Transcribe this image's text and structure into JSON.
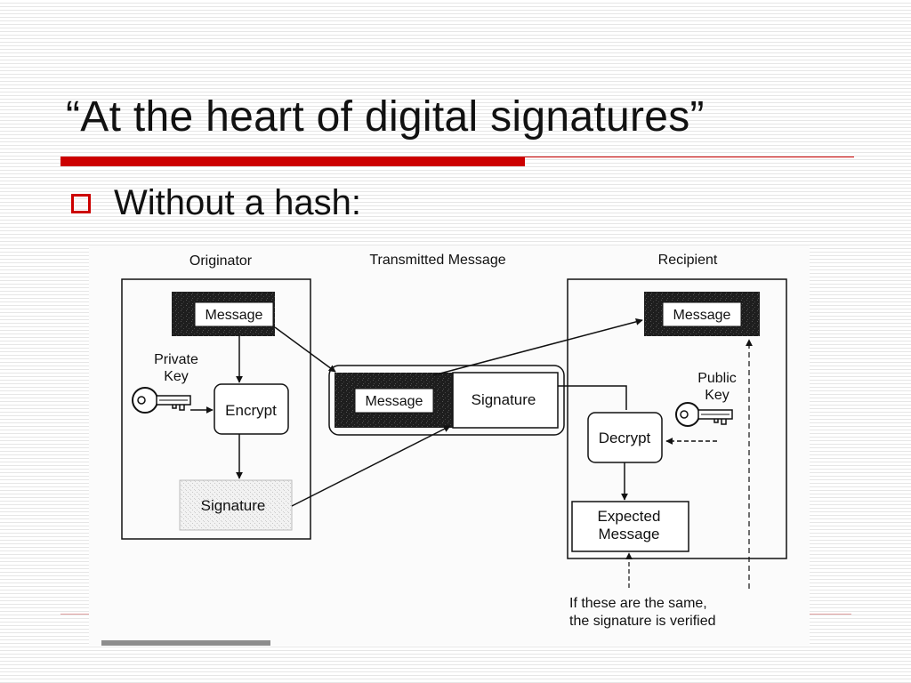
{
  "slide": {
    "title": "“At the heart of digital signatures”",
    "bullet": "Without a hash:"
  },
  "colors": {
    "accent": "#cc0000",
    "ink": "#111111",
    "dark_box": "#1e1e1e"
  },
  "diagram": {
    "originator": {
      "title": "Originator",
      "message": "Message",
      "private_key": [
        "Private",
        "Key"
      ],
      "encrypt": "Encrypt",
      "signature": "Signature"
    },
    "transmitted": {
      "title": "Transmitted Message",
      "message": "Message",
      "signature": "Signature"
    },
    "recipient": {
      "title": "Recipient",
      "message": "Message",
      "public_key": [
        "Public",
        "Key"
      ],
      "decrypt": "Decrypt",
      "expected": [
        "Expected",
        "Message"
      ]
    },
    "note": [
      "If these are the same,",
      "the signature is verified"
    ]
  }
}
